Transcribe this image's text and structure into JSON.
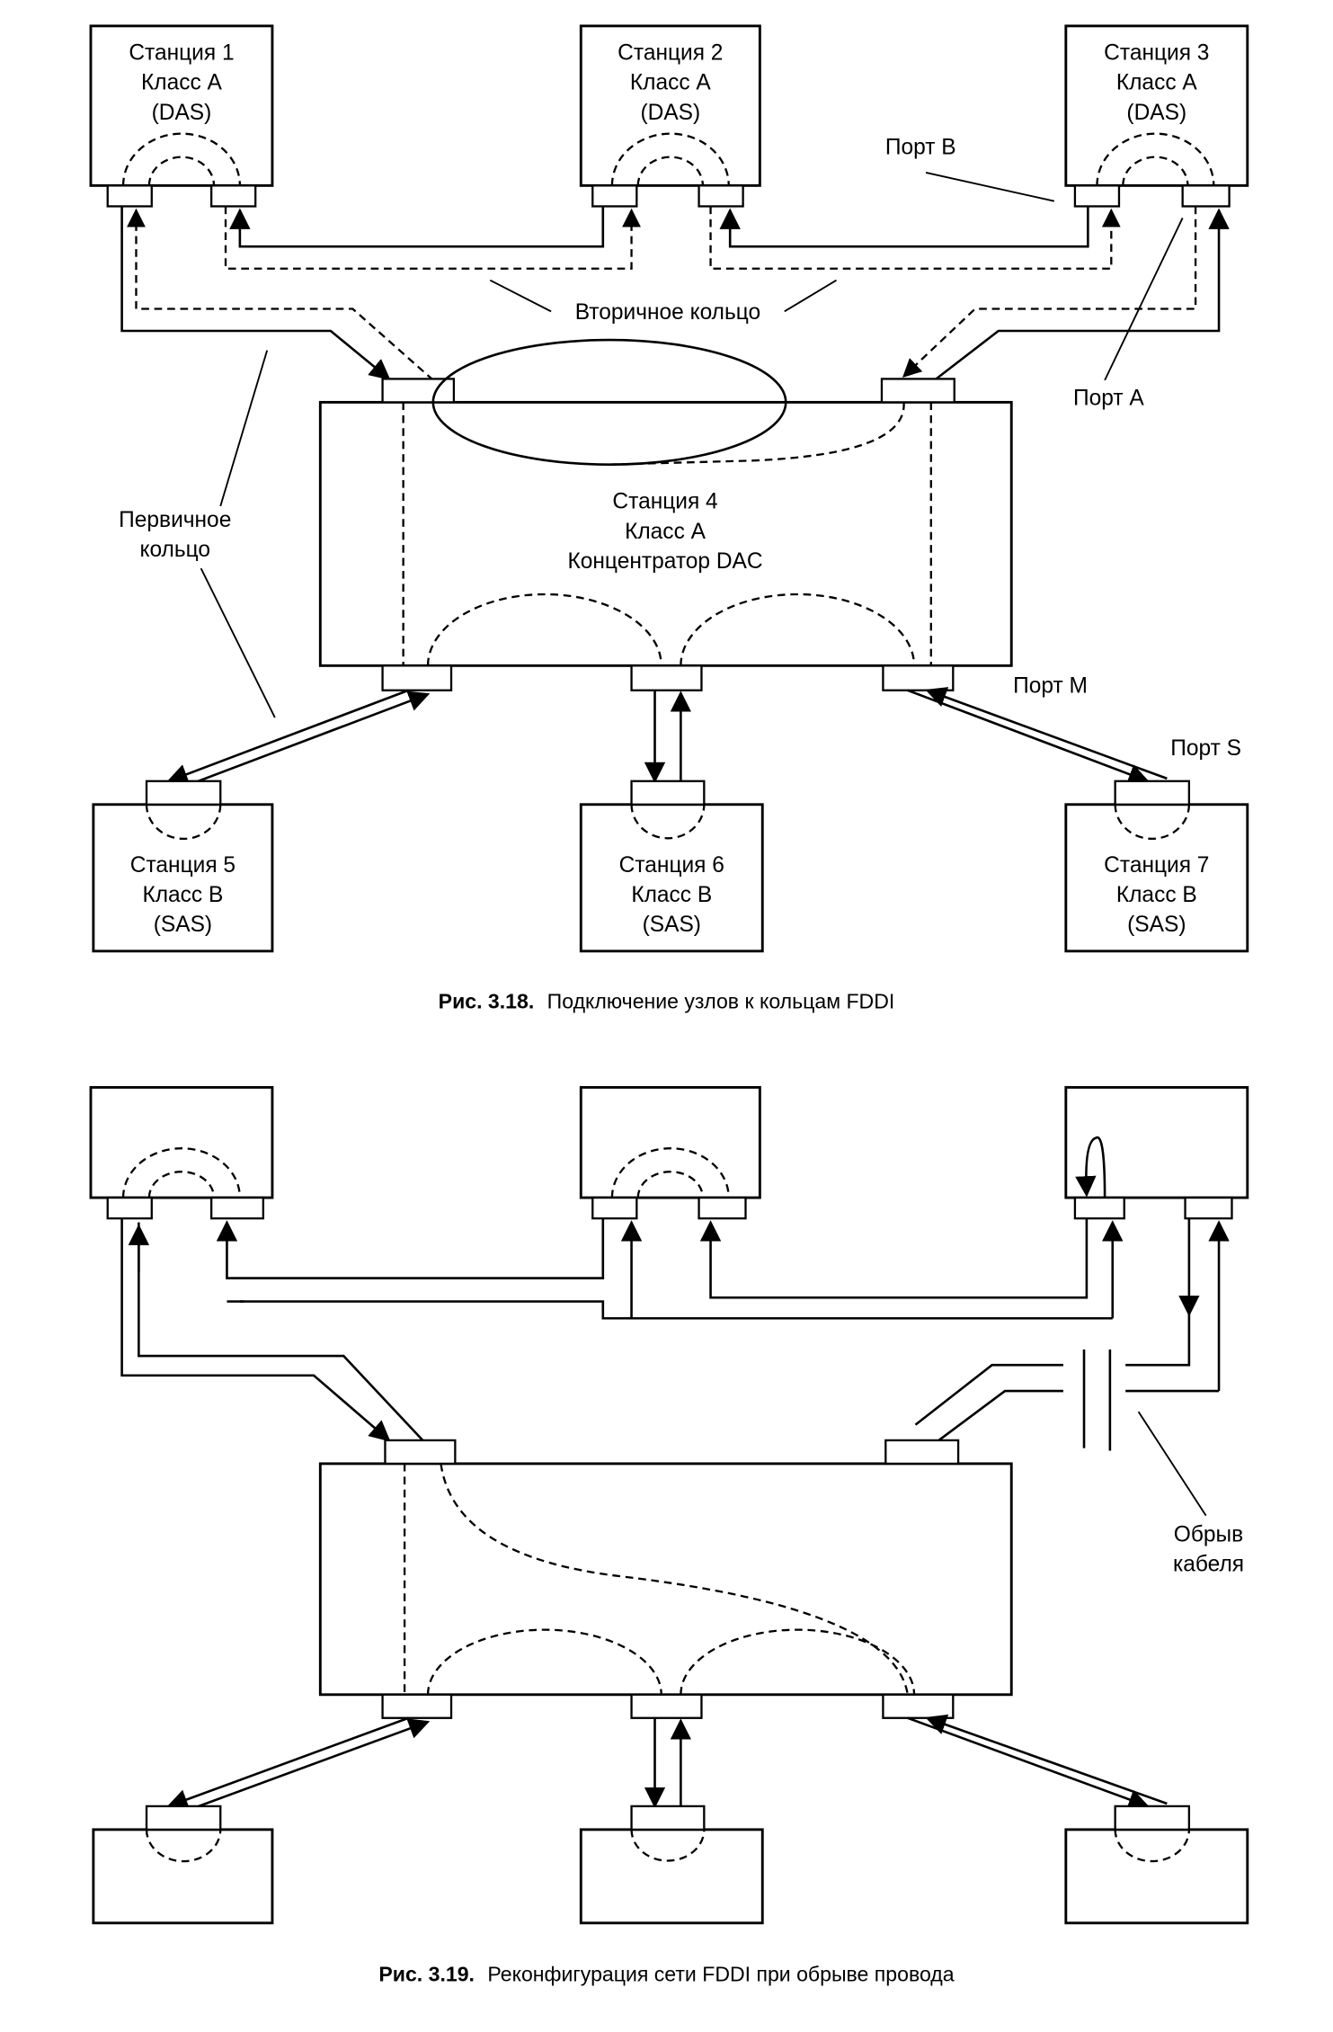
{
  "figure1": {
    "stations": [
      {
        "id": "station-1",
        "lines": [
          "Станция 1",
          "Класс А",
          "(DAS)"
        ]
      },
      {
        "id": "station-2",
        "lines": [
          "Станция 2",
          "Класс А",
          "(DAS)"
        ]
      },
      {
        "id": "station-3",
        "lines": [
          "Станция 3",
          "Класс А",
          "(DAS)"
        ]
      },
      {
        "id": "station-4",
        "lines": [
          "Станция 4",
          "Класс А",
          "Концентратор DAC"
        ]
      },
      {
        "id": "station-5",
        "lines": [
          "Станция 5",
          "Класс В",
          "(SAS)"
        ]
      },
      {
        "id": "station-6",
        "lines": [
          "Станция 6",
          "Класс В",
          "(SAS)"
        ]
      },
      {
        "id": "station-7",
        "lines": [
          "Станция 7",
          "Класс В",
          "(SAS)"
        ]
      }
    ],
    "labels": {
      "port_b": "Порт В",
      "port_a": "Порт А",
      "port_m": "Порт М",
      "port_s": "Порт S",
      "secondary_ring": "Вторичное кольцо",
      "primary_ring_line1": "Первичное",
      "primary_ring_line2": "кольцо"
    },
    "caption": {
      "number": "Рис. 3.18.",
      "text": "Подключение узлов к кольцам FDDI"
    }
  },
  "figure2": {
    "labels": {
      "cable_break_line1": "Обрыв",
      "cable_break_line2": "кабеля"
    },
    "caption": {
      "number": "Рис. 3.19.",
      "text": "Реконфигурация сети FDDI при обрыве провода"
    }
  }
}
